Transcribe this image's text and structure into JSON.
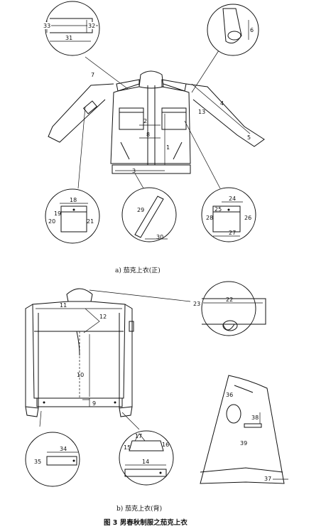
{
  "captions": {
    "front": "a) 茄克上衣(正)",
    "back": "b) 茄克上衣(背)",
    "figure": "图 3   男春秋制服之茄克上衣"
  },
  "front_labels": {
    "m1": "1",
    "m2": "2",
    "m3": "3",
    "m4": "4",
    "m5": "5",
    "m6": "6",
    "m7": "7",
    "m8": "8",
    "m13": "13",
    "m18": "18",
    "m19": "19",
    "m20": "20",
    "m21": "21",
    "m24": "24",
    "m25": "25",
    "m26": "26",
    "m27": "27",
    "m28": "28",
    "m29": "29",
    "m30": "30",
    "m31": "31",
    "m32": "32",
    "m33": "33"
  },
  "back_labels": {
    "m9": "9",
    "m10": "10",
    "m11": "11",
    "m12": "12",
    "m14": "14",
    "m15": "15",
    "m16": "16",
    "m17": "17",
    "m22": "22",
    "m23": "23",
    "m34": "34",
    "m35": "35",
    "m36": "36",
    "m37": "37",
    "m38": "38",
    "m39": "39"
  }
}
